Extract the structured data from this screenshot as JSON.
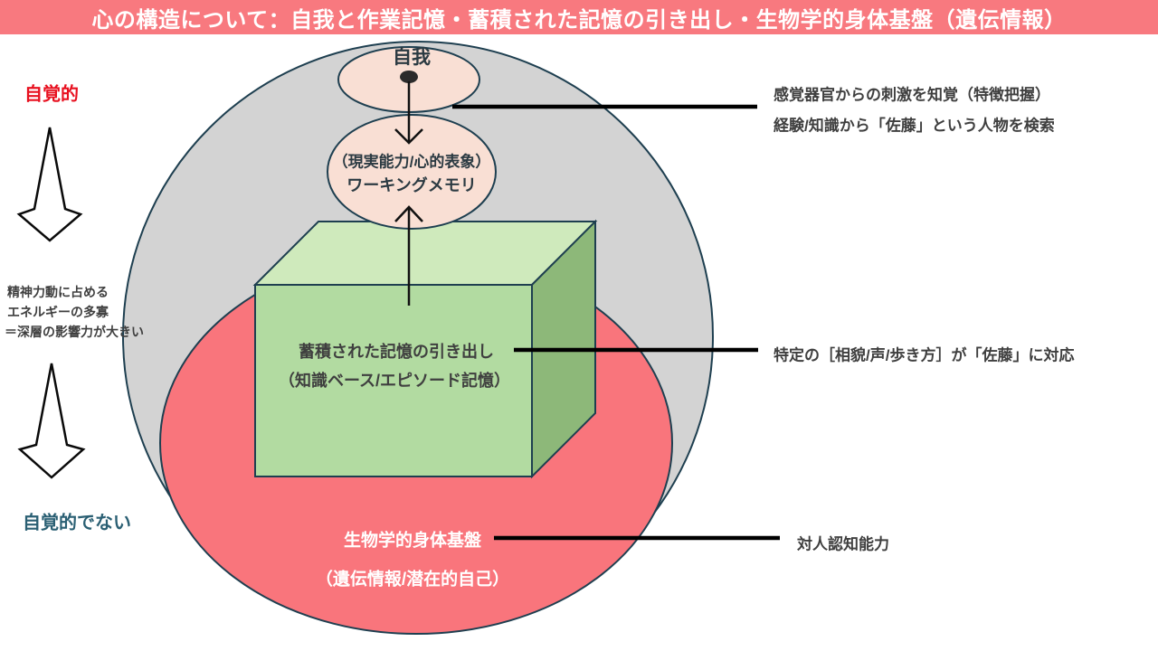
{
  "title": "心の構造について：自我と作業記憶・蓄積された記憶の引き出し・生物学的身体基盤（遺伝情報）",
  "left_panel": {
    "top_label": "自覚的",
    "note": {
      "line1": "精神力動に占める",
      "line2": "エネルギーの多寡",
      "line3": "＝深層の影響力が大きい"
    },
    "bottom_label": "自覚的でない"
  },
  "diagram": {
    "ego_label": "自我",
    "working_memory": {
      "line1": "（現実能力/心的表象）",
      "line2": "ワーキングメモリ"
    },
    "memory_box": {
      "line1": "蓄積された記憶の引き出し",
      "line2": "（知識ベース/エピソード記憶）"
    },
    "biological_base": {
      "line1": "生物学的身体基盤",
      "line2": "（遺伝情報/潜在的自己）"
    }
  },
  "annotations": {
    "perception_line1": "感覚器官からの刺激を知覚（特徴把握）",
    "perception_line2": "経験/知識から「佐藤」という人物を検索",
    "matching": "特定の［相貌/声/歩き方］が「佐藤」に対応",
    "cognition": "対人認知能力"
  },
  "colors": {
    "header_bg": "#f8797f",
    "header_text": "#ffffff",
    "outline": "#1e3f50",
    "outer_circle": "#d3d3d3",
    "inner_circle": "#f9757c",
    "box_front": "#b2dba1",
    "box_top": "#cfeabc",
    "box_right": "#8db879",
    "ellipse_peach": "#f9dfd4",
    "dot": "#2b2b2b",
    "annotation_text": "#3f3f3f",
    "conscious_label": "#e8101f",
    "unconscious_label": "#2a5f73",
    "connector_line": "#000000"
  }
}
